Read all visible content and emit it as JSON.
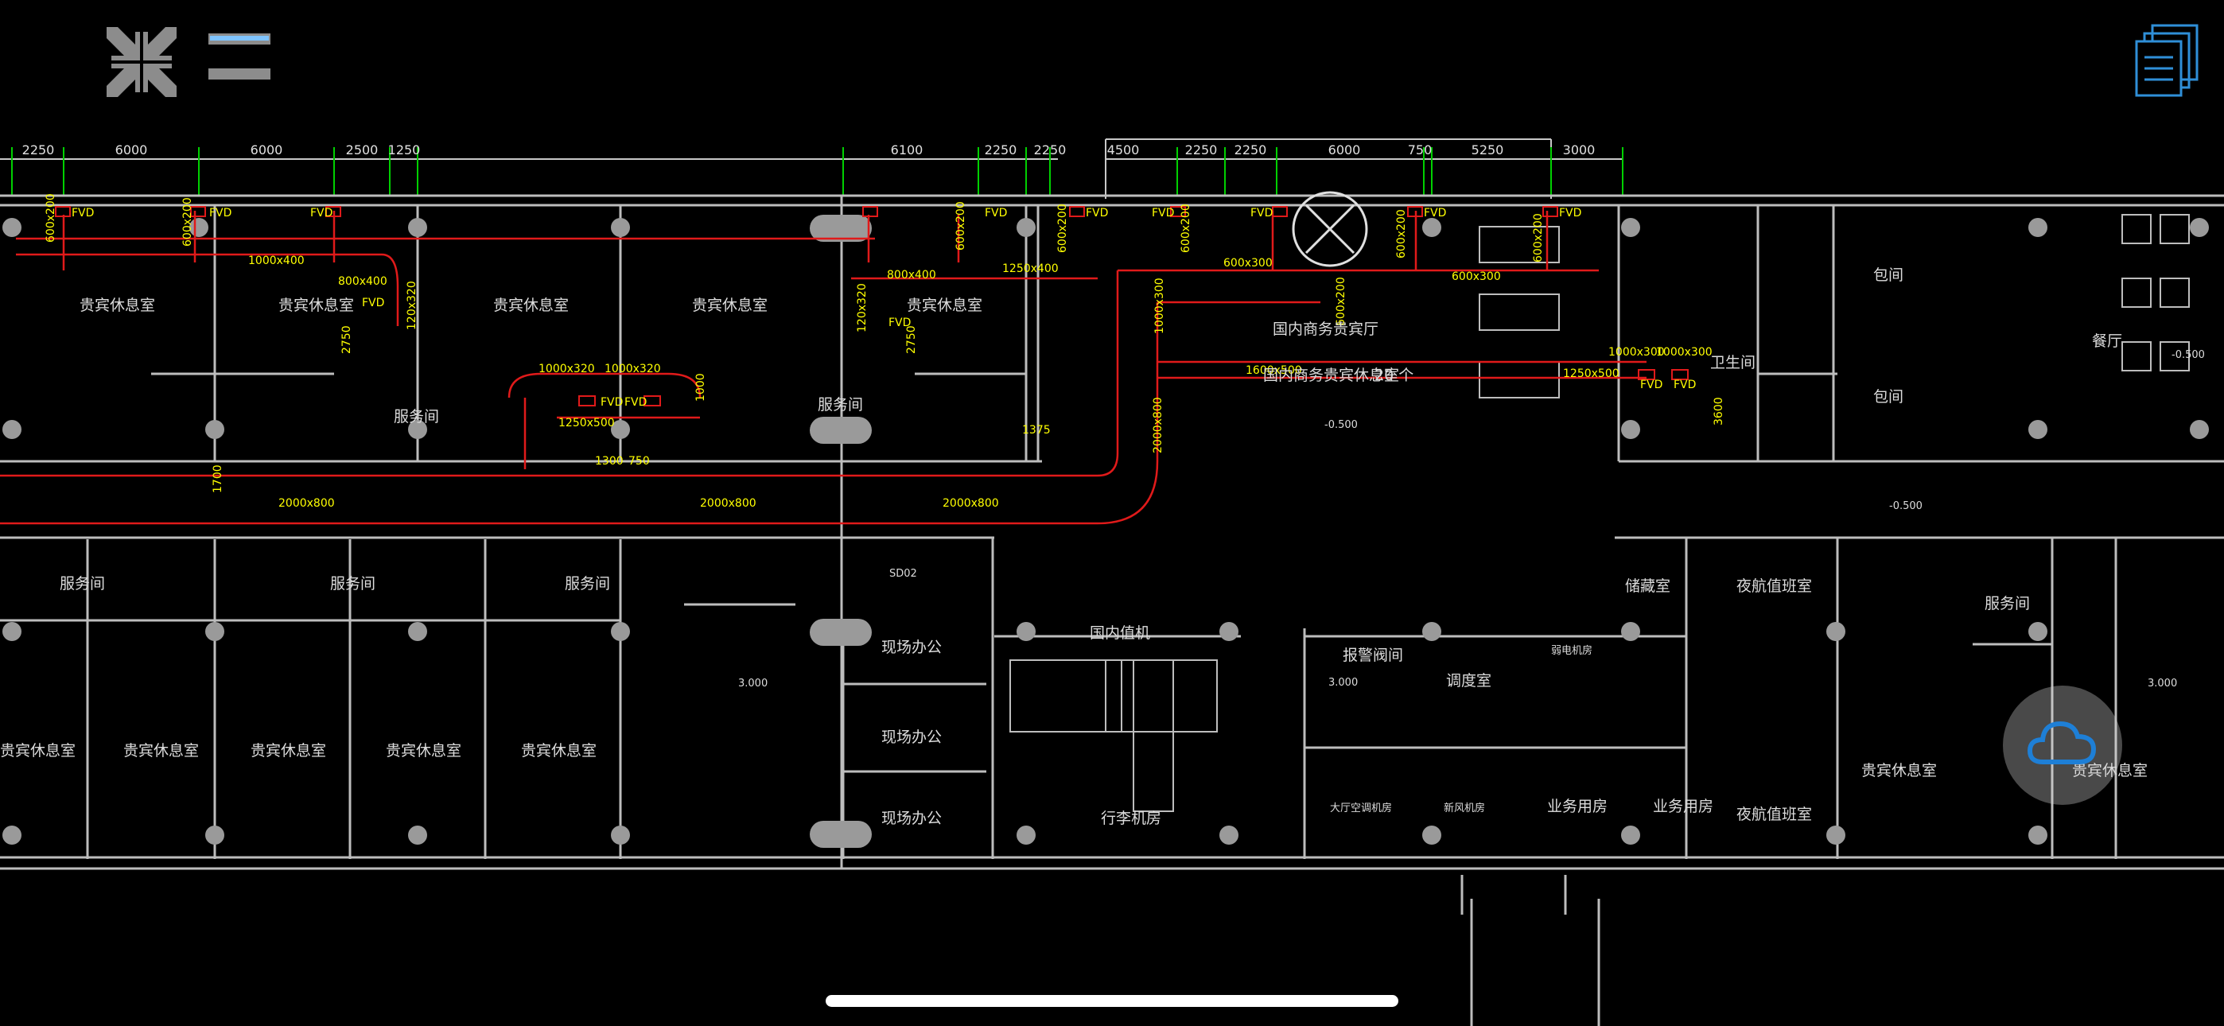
{
  "toolbar": {
    "exit_fullscreen_icon": "compress-arrows-icon",
    "layers_icon": "layers-lines-icon",
    "documents_icon": "documents-stack-icon"
  },
  "colors": {
    "background": "#000000",
    "wall": "#c8c8c8",
    "duct": "#e01a1a",
    "dimension": "#ffff00",
    "grid": "#00d000",
    "accent": "#2f8fd8"
  },
  "dims_top_left": [
    "2250",
    "6000",
    "6000",
    "2500",
    "1250"
  ],
  "dims_top_mid": [
    "6100",
    "2250",
    "2250"
  ],
  "dims_top_right": [
    "4500",
    "2250",
    "2250",
    "6000",
    "750",
    "5250",
    "3000"
  ],
  "rooms": {
    "vip_rest": "贵宾休息室",
    "service": "服务间",
    "domestic_vip_hall": "国内商务贵宾厅",
    "domestic_vip_rest": "国内商务贵宾休息室",
    "private_room": "包间",
    "restaurant": "餐厅",
    "restroom": "卫生间",
    "storage": "储藏室",
    "night_duty": "夜航值班室",
    "alarm_valve": "报警阀间",
    "dispatch": "调度室",
    "weak_current": "弱电机房",
    "site_office": "现场办公",
    "domestic_checkin": "国内值机",
    "baggage_room": "行李机房",
    "business_room": "业务用房",
    "hall_ac_room": "大厅空调机房",
    "ac_room_small": "新风机房",
    "sd_label": "SD02"
  },
  "duct_labels": {
    "fvd": "FVD",
    "d_2000x800": "2000x800",
    "d_1000x400": "1000x400",
    "d_800x400": "800x400",
    "d_1250x400": "1250x400",
    "d_1000x320": "1000x320",
    "d_1250x500": "1250x500",
    "d_600x300": "600x300",
    "d_1600x500": "1600x500",
    "d_1000x300": "1000x300",
    "d_600x200": "600x200",
    "d_120x320": "120x320"
  },
  "misc_dims": {
    "d_1700": "1700",
    "d_2750": "2750",
    "d_1375": "1375",
    "d_1300": "1300",
    "d_750": "750",
    "d_1000": "1000",
    "d_3600": "3600"
  },
  "levels": {
    "minus_0500": "-0.500",
    "plus_3000": "3.000"
  },
  "room_counter": "20 个"
}
